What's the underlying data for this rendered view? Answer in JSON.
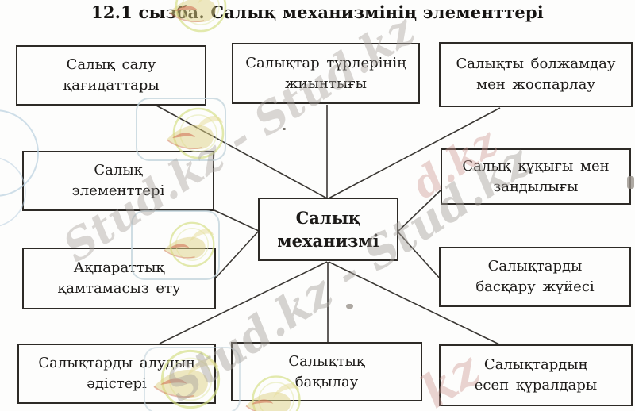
{
  "title": "12.1 сызба. Салық механизмінің элементтері",
  "diagram": {
    "nodes": [
      {
        "id": "tax-principles",
        "lines": [
          "Салық салу",
          "қағидаттары"
        ]
      },
      {
        "id": "tax-types-set",
        "lines": [
          "Салықтар түрлерінің",
          "жиынтығы"
        ]
      },
      {
        "id": "tax-forecast-planning",
        "lines": [
          "Салықты болжамдау",
          "мен жоспарлау"
        ]
      },
      {
        "id": "tax-elements",
        "lines": [
          "Салық",
          "элементтері"
        ]
      },
      {
        "id": "tax-law-legality",
        "lines": [
          "Салық құқығы мен",
          "заңдылығы"
        ]
      },
      {
        "id": "tax-mechanism-center",
        "lines": [
          "Салық",
          "механизмі"
        ]
      },
      {
        "id": "information-support",
        "lines": [
          "Ақпараттық",
          "қамтамасыз ету"
        ]
      },
      {
        "id": "tax-admin-system",
        "lines": [
          "Салықтарды",
          "басқару жүйесі"
        ]
      },
      {
        "id": "tax-collection-methods",
        "lines": [
          "Салықтарды алудың",
          "әдістері"
        ]
      },
      {
        "id": "tax-control",
        "lines": [
          "Салықтық",
          "бақылау"
        ]
      },
      {
        "id": "tax-accounting-tools",
        "lines": [
          "Салықтардың",
          "есеп құралдары"
        ]
      }
    ]
  },
  "watermark": {
    "band": "Stud.kz - Stud.kz",
    "fragment_dkz": "d.kz",
    "fragment_kz": "kz"
  },
  "colors": {
    "box_border": "#2d2a26",
    "connector": "#3a3733",
    "watermark_gray": "#a8a29d",
    "watermark_pink": "#cf9a94",
    "logo_green": "#d6df8a",
    "logo_yellow": "#ded283",
    "logo_red": "#cf6a4e",
    "frame_blue": "#c3d4dc"
  }
}
